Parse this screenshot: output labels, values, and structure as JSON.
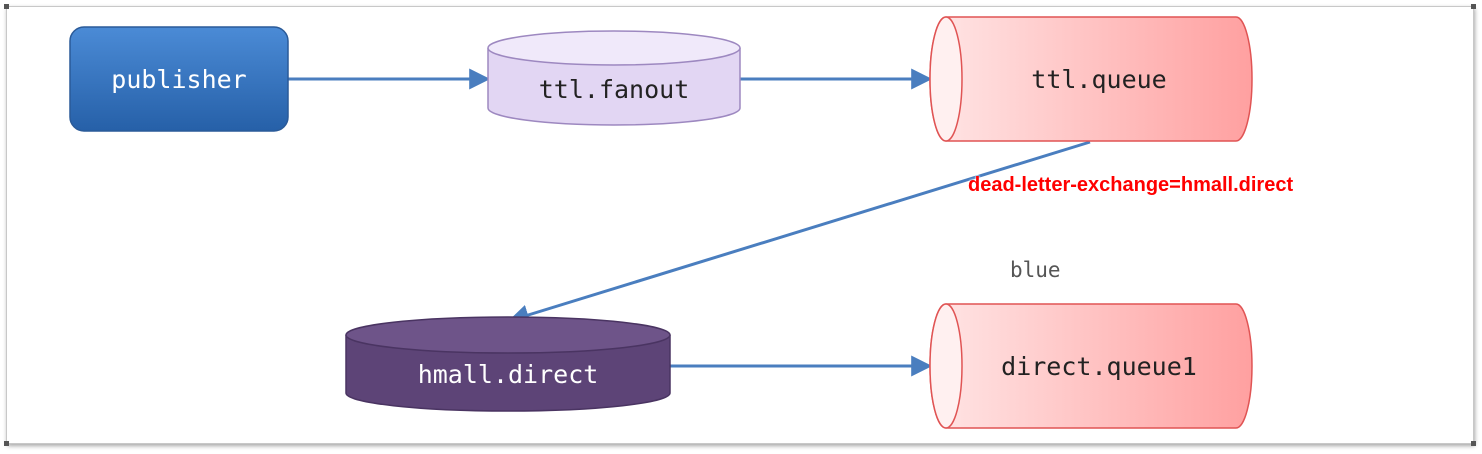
{
  "nodes": {
    "publisher": {
      "label": "publisher",
      "kind": "producer",
      "color": "#2f6cb5"
    },
    "ttl_fanout": {
      "label": "ttl.fanout",
      "kind": "exchange",
      "color": "#ddd0f0"
    },
    "ttl_queue": {
      "label": "ttl.queue",
      "kind": "queue",
      "color": "#ffb3b3"
    },
    "hmall_direct": {
      "label": "hmall.direct",
      "kind": "exchange",
      "color": "#5e4478"
    },
    "direct_queue1": {
      "label": "direct.queue1",
      "kind": "queue",
      "color": "#ffb3b3"
    }
  },
  "edges": [
    {
      "from": "publisher",
      "to": "ttl.fanout"
    },
    {
      "from": "ttl.fanout",
      "to": "ttl.queue"
    },
    {
      "from": "ttl.queue",
      "to": "hmall.direct"
    },
    {
      "from": "hmall.direct",
      "to": "direct.queue1",
      "label": "blue"
    }
  ],
  "annotation": {
    "text": "dead-letter-exchange=hmall.direct",
    "color": "#ff0000"
  },
  "routing_key": {
    "text": "blue"
  },
  "arrow_color": "#4a7ebf",
  "watermark": {
    "text": ""
  }
}
